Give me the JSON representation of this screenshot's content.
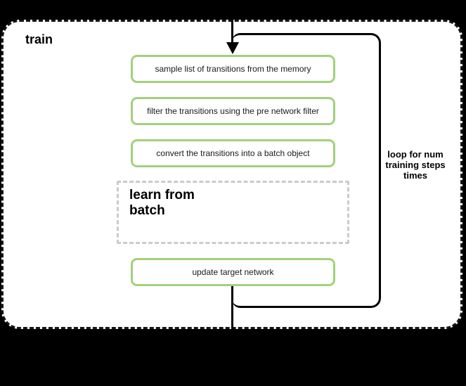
{
  "frame": {
    "title": "train"
  },
  "steps": [
    "sample list of transitions from the memory",
    "filter the transitions using the pre network filter",
    "convert the transitions into a batch object"
  ],
  "subprocess": {
    "label": "learn from batch"
  },
  "final_step": "update target network",
  "loop": {
    "lines": [
      "loop for num",
      "training steps",
      "times"
    ]
  },
  "colors": {
    "background": "#000000",
    "frame_fill": "#ffffff",
    "frame_border": "#161616",
    "step_border": "#a2d17c",
    "subprocess_border": "#cbcbcb",
    "flow_stroke": "#000000"
  }
}
